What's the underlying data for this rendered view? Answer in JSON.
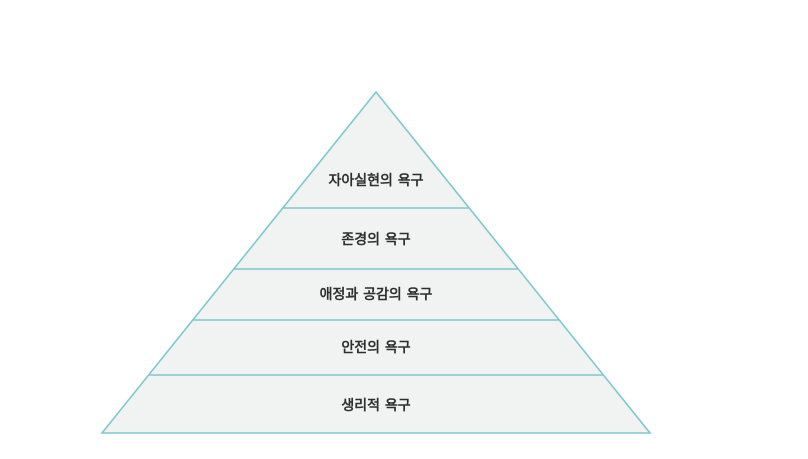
{
  "pyramid": {
    "levels": [
      {
        "label": "자아실현의 욕구"
      },
      {
        "label": "존경의 욕구"
      },
      {
        "label": "애정과 공감의 욕구"
      },
      {
        "label": "안전의 욕구"
      },
      {
        "label": "생리적 욕구"
      }
    ]
  },
  "colors": {
    "fill": "#f1f2f2",
    "stroke": "#7ec8cf",
    "text": "#2e2e2e"
  }
}
